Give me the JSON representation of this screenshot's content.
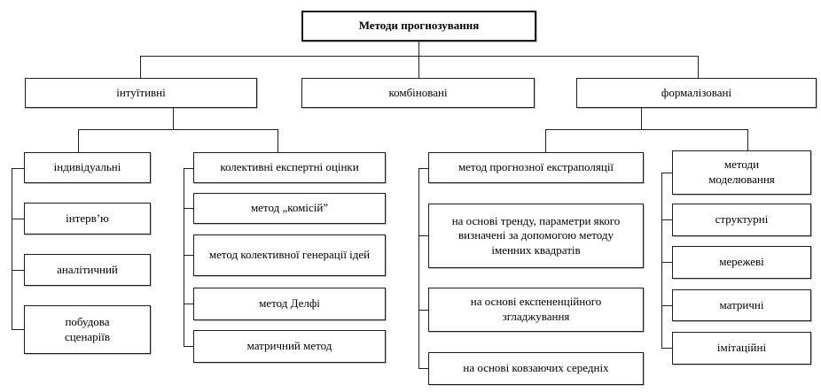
{
  "diagram": {
    "title": "Методи прогнозування",
    "level2": {
      "intuitive": "інтуїтивні",
      "combined": "комбіновані",
      "formalized": "формалізовані"
    },
    "intuitive_individual": [
      "індивідуальні",
      "інтерв’ю",
      "аналітичний",
      "побудова сценаріїв"
    ],
    "intuitive_collective": [
      "колективні експертні оцінки",
      "метод „комісій”",
      "метод колективної генерації ідей",
      "метод Делфі",
      "матричний метод"
    ],
    "formalized_extrapolation": [
      "метод прогнозної екстраполяції",
      "на основі тренду, параметри якого визначені за допомогою методу іменних квадратів",
      "на основі експененційного згладжування",
      "на основі ковзаючих середніх"
    ],
    "formalized_modeling": [
      "методи моделювання",
      "структурні",
      "мережеві",
      "матричні",
      "імітаційні"
    ],
    "colors": {
      "box_border": "#1c1c1c",
      "line": "#1f1f1f",
      "background": "#ffffff"
    }
  }
}
